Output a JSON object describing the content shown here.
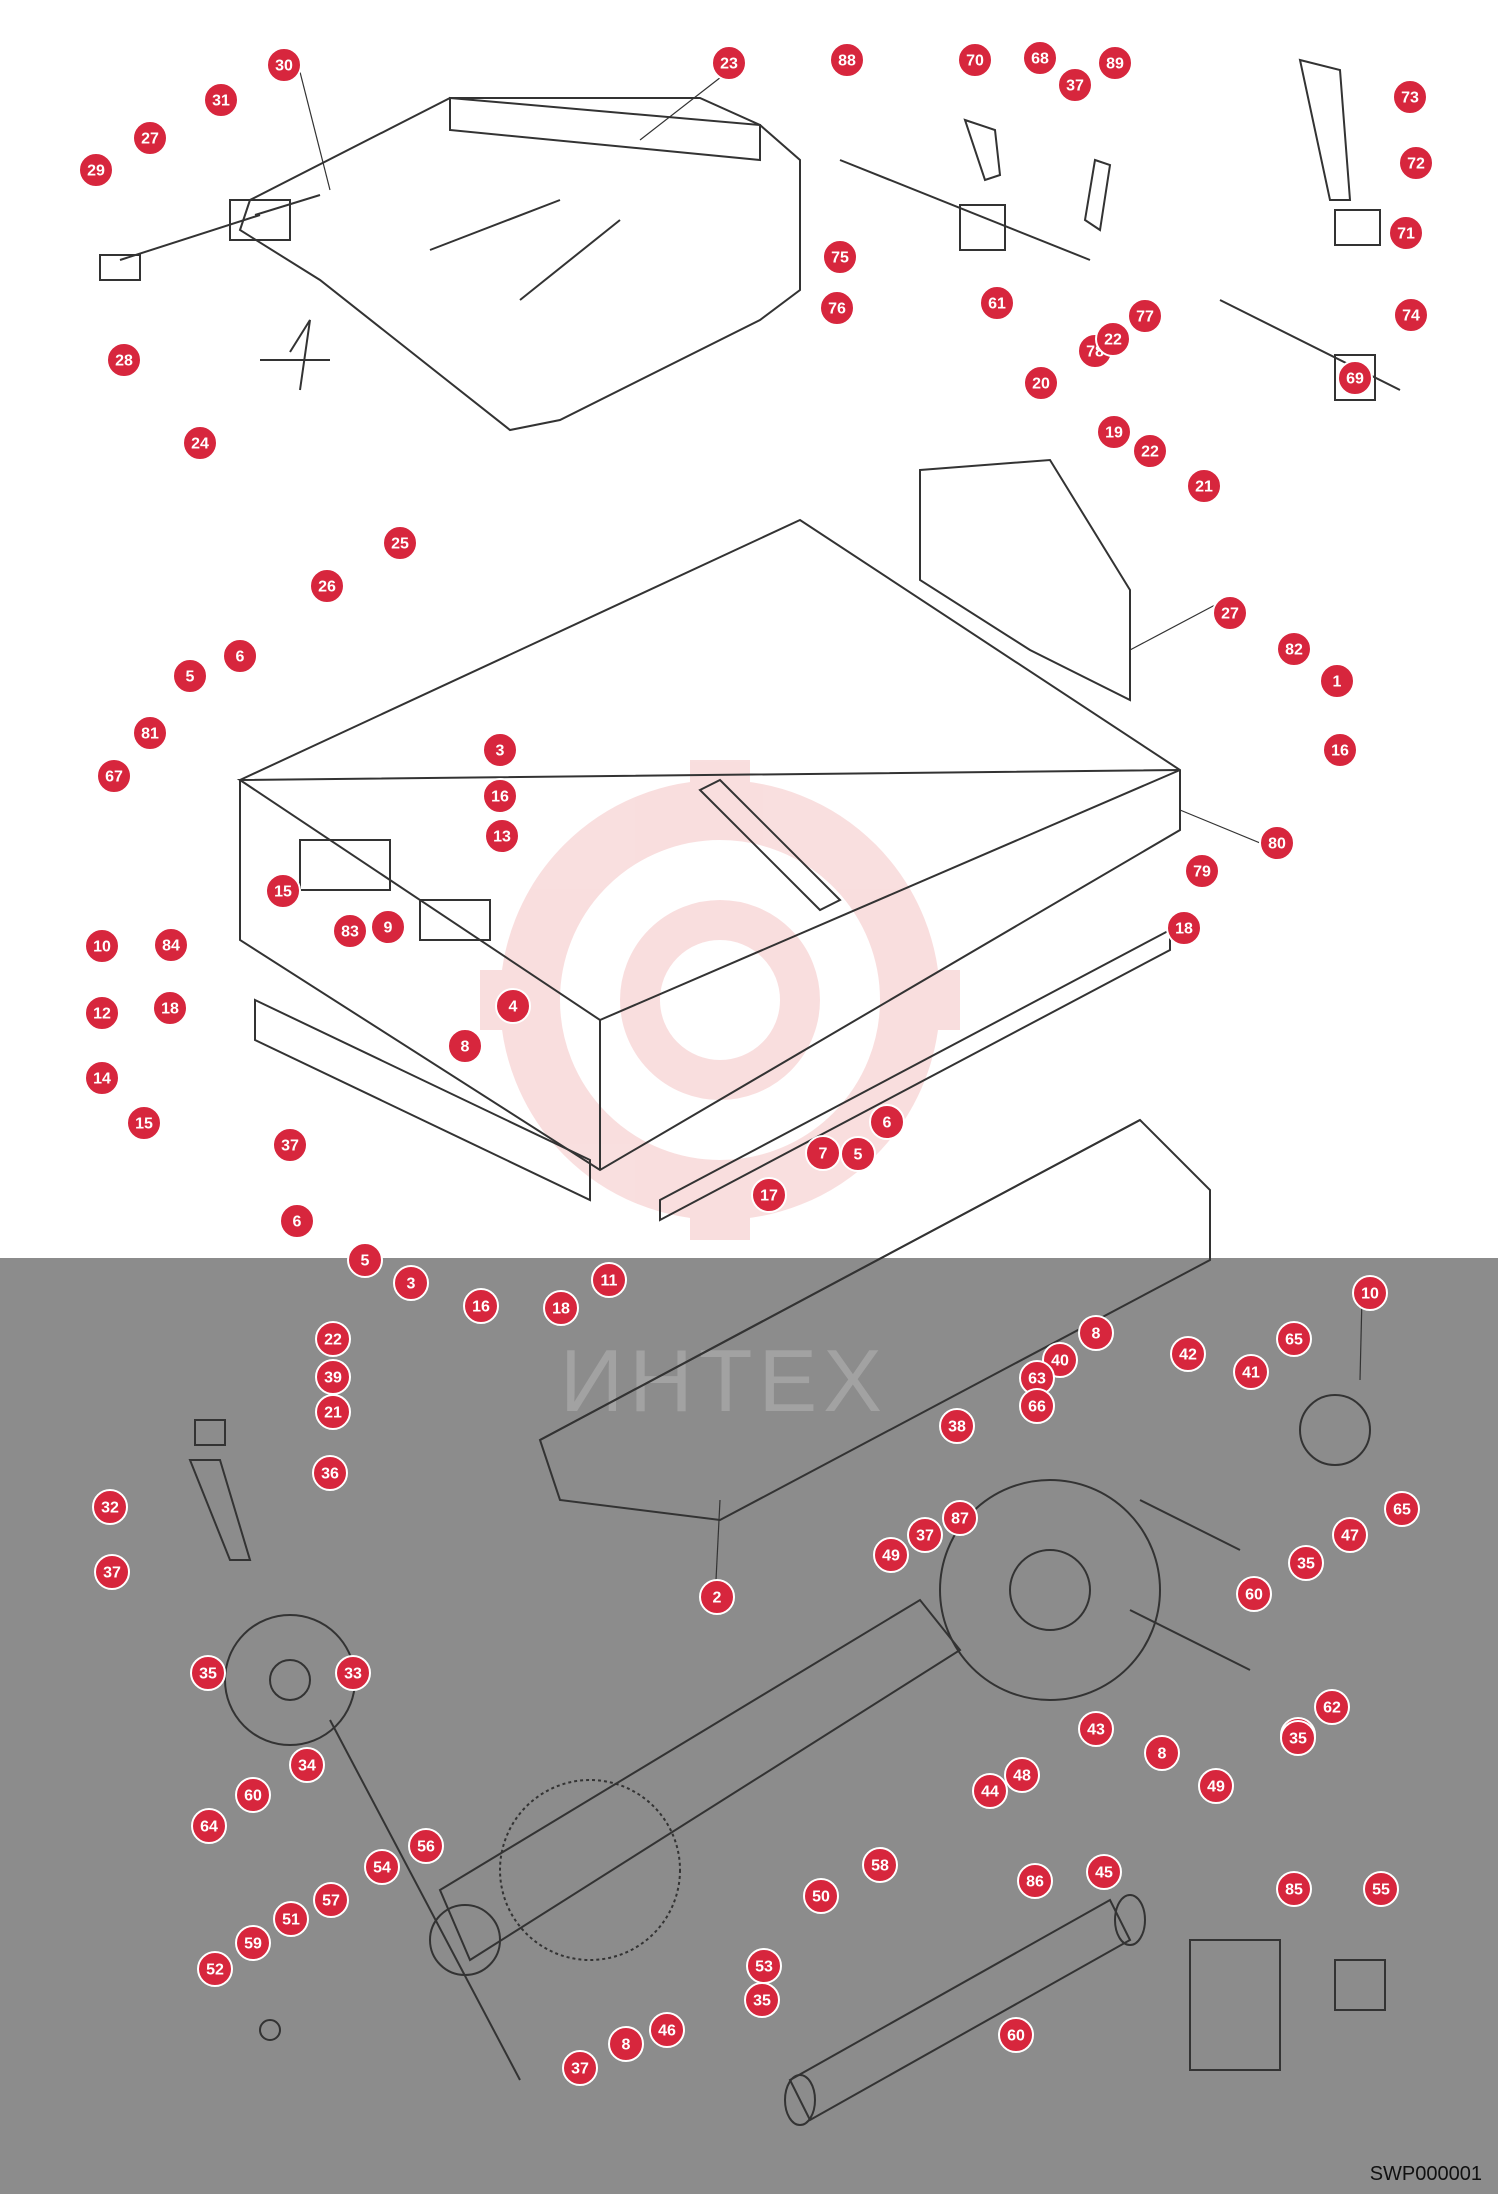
{
  "drawing_code": "SWP000001",
  "watermark_text": "ИНТЕХ",
  "colors": {
    "callout": "#d7263d",
    "lower_band": "#8c8c8c",
    "line": "#333333",
    "watermark": "#f2b8b8"
  },
  "callouts": [
    "30",
    "23",
    "88",
    "70",
    "68",
    "37",
    "89",
    "73",
    "31",
    "27",
    "29",
    "72",
    "75",
    "61",
    "71",
    "76",
    "78",
    "22",
    "77",
    "74",
    "28",
    "20",
    "69",
    "24",
    "19",
    "22",
    "21",
    "25",
    "26",
    "27",
    "6",
    "82",
    "5",
    "1",
    "3",
    "81",
    "67",
    "16",
    "16",
    "80",
    "13",
    "79",
    "15",
    "84",
    "18",
    "10",
    "9",
    "83",
    "12",
    "18",
    "4",
    "8",
    "14",
    "15",
    "37",
    "5",
    "6",
    "7",
    "17",
    "6",
    "5",
    "3",
    "16",
    "18",
    "11",
    "10",
    "8",
    "40",
    "42",
    "22",
    "63",
    "65",
    "39",
    "41",
    "66",
    "38",
    "21",
    "36",
    "32",
    "65",
    "87",
    "37",
    "47",
    "49",
    "35",
    "37",
    "60",
    "43",
    "62",
    "37",
    "2",
    "35",
    "33",
    "34",
    "60",
    "35",
    "64",
    "8",
    "49",
    "48",
    "44",
    "45",
    "86",
    "85",
    "55",
    "54",
    "56",
    "57",
    "51",
    "50",
    "58",
    "59",
    "52",
    "53",
    "35",
    "8",
    "46",
    "60",
    "37"
  ]
}
